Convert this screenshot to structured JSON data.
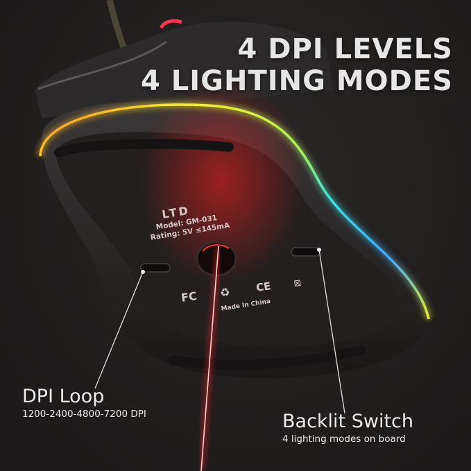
{
  "headline": {
    "line1": "4 DPI LEVELS",
    "line2": "4 LIGHTING MODES"
  },
  "product_label": {
    "brand": "LTD",
    "model": "Model: GM-031",
    "rating": "Rating: 5V ≤145mA",
    "origin": "Made In China",
    "marks": [
      "FC",
      "recycle-icon",
      "CE",
      "weee-bin-icon"
    ]
  },
  "callouts": {
    "dpi": {
      "title": "DPI Loop",
      "subtitle": "1200-2400-4800-7200 DPI"
    },
    "backlit": {
      "title": "Backlit Switch",
      "subtitle": "4 lighting modes on board"
    }
  },
  "colors": {
    "background": "#211e1e",
    "laser": "#ff2a2a",
    "rgb_strip": [
      "#ff6a1a",
      "#f5f02a",
      "#8af060",
      "#3ad8e8",
      "#3aa8ff",
      "#e8f030"
    ],
    "text": "#e6e6e6"
  }
}
